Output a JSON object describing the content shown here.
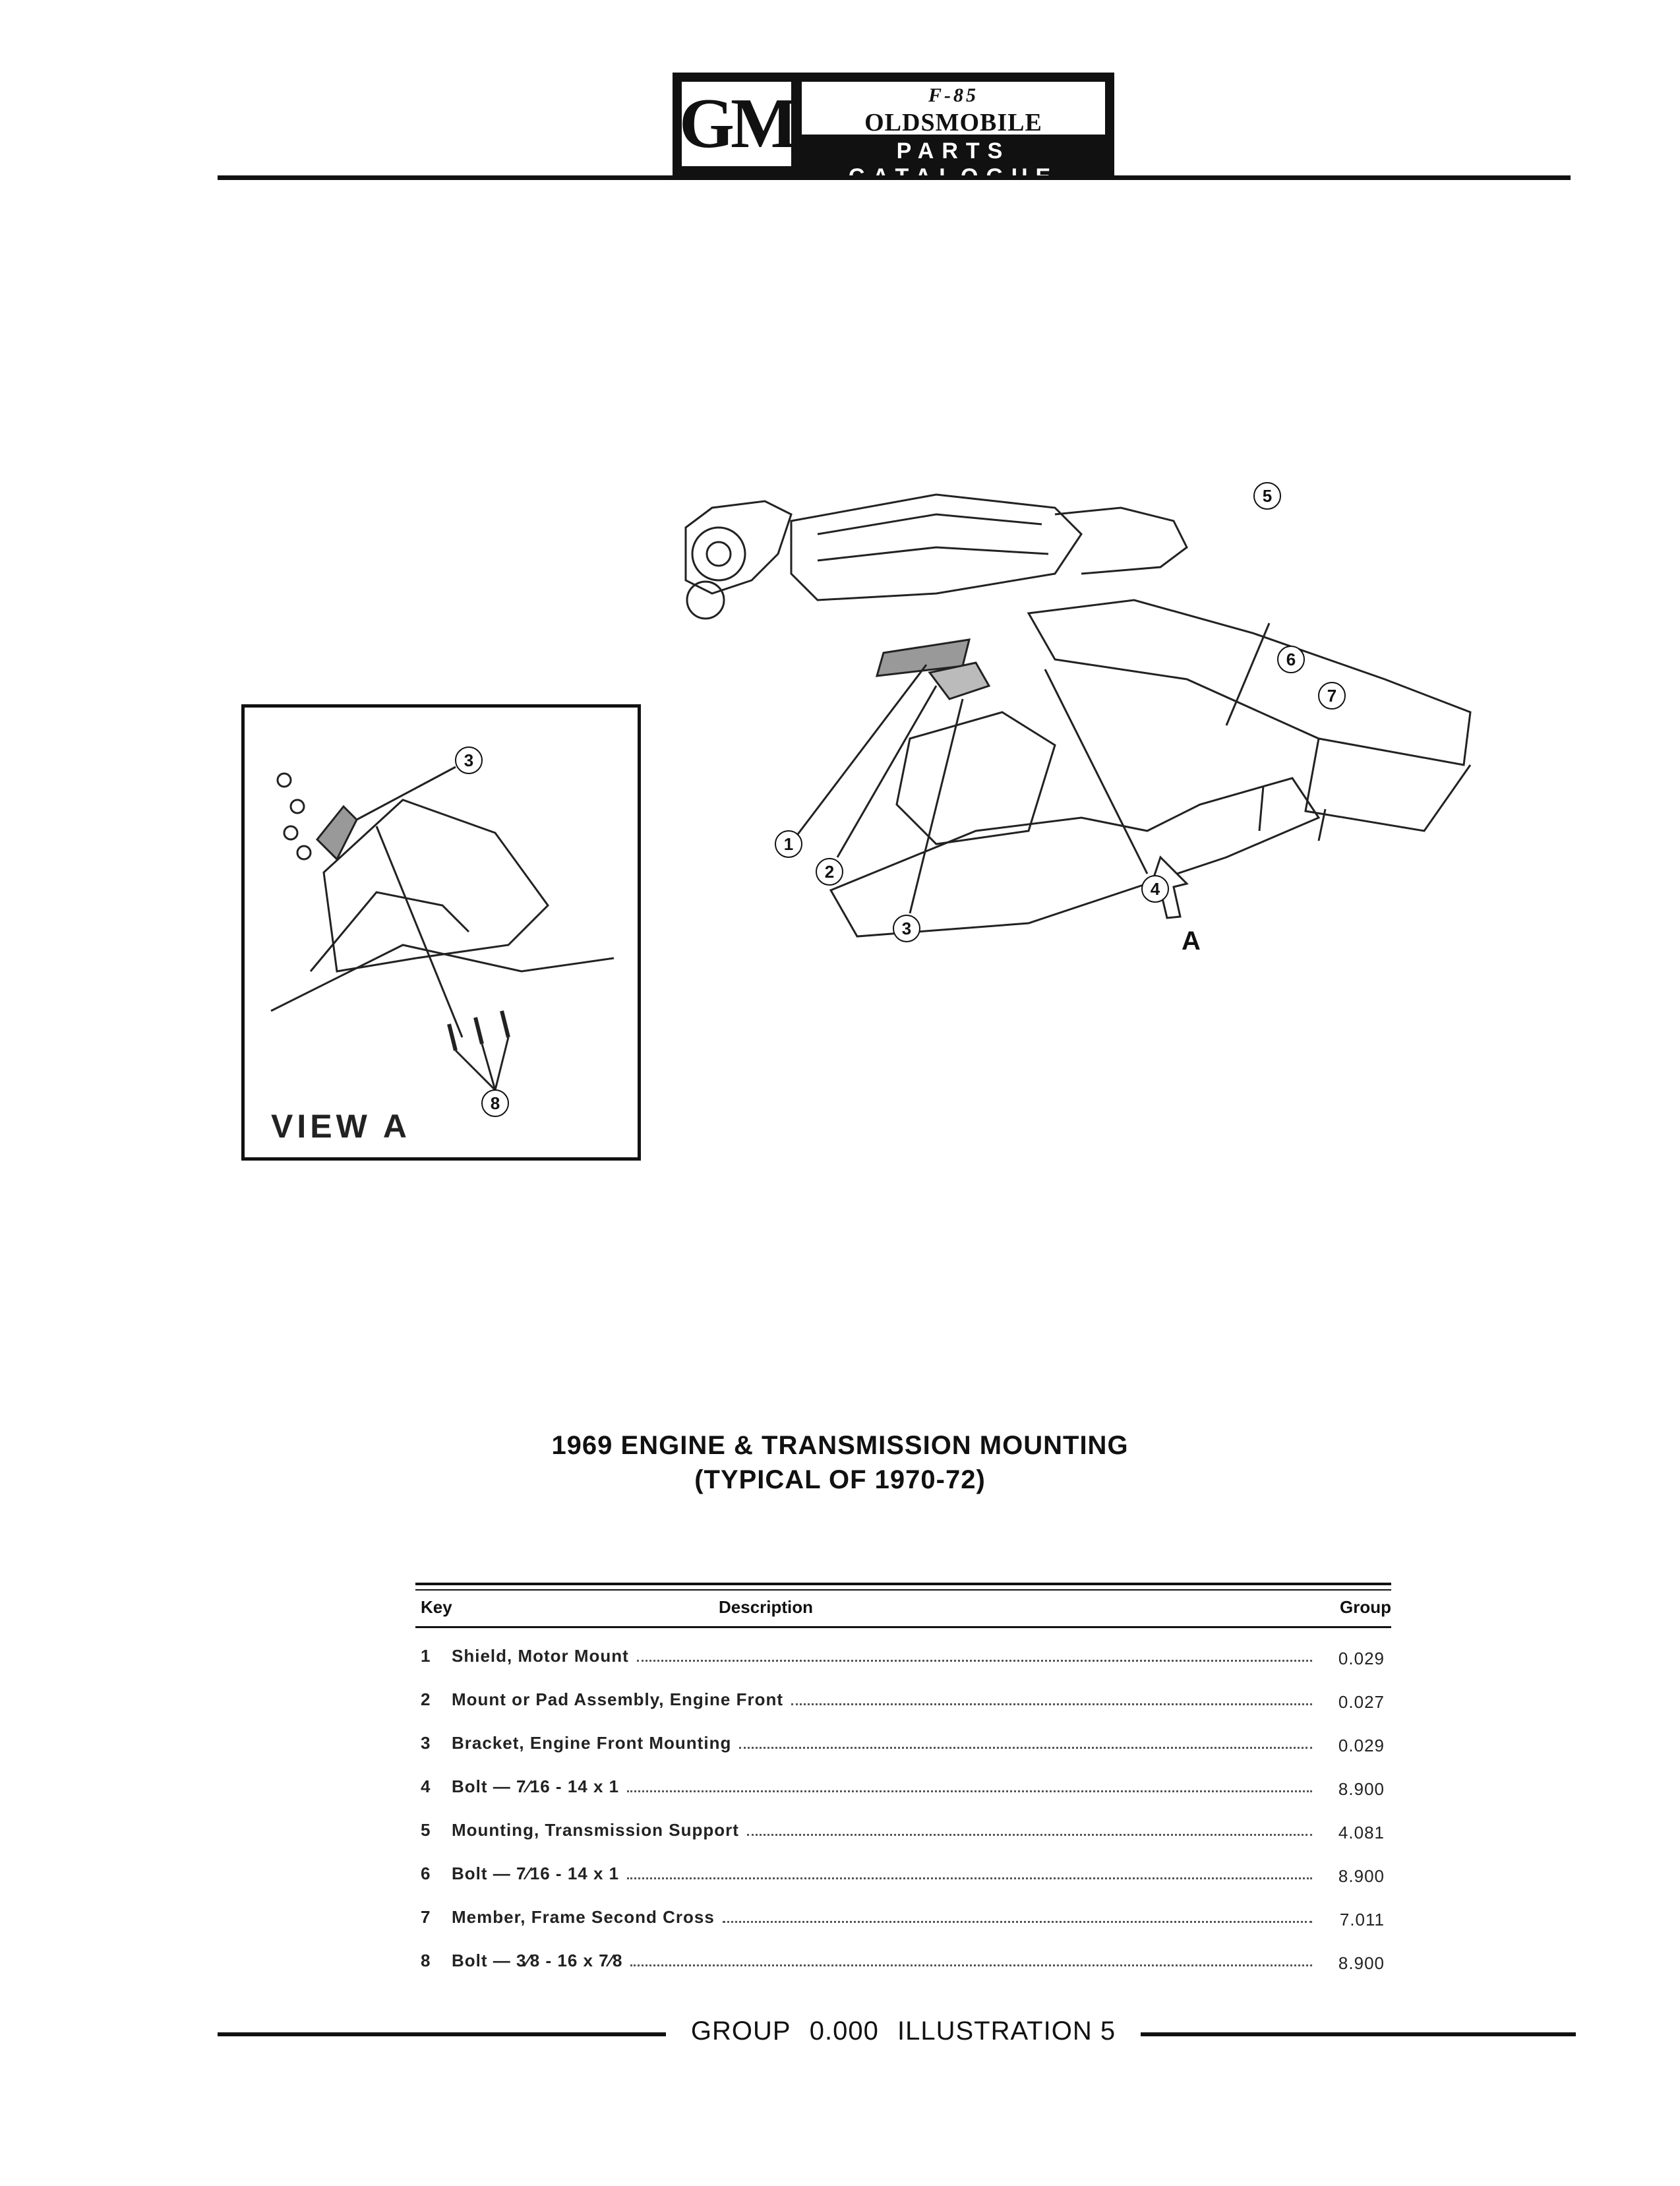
{
  "header": {
    "logo": "GM",
    "brand_mark": "F-85",
    "brand_name": "OLDSMOBILE",
    "catalogue": "PARTS CATALOGUE"
  },
  "illustration": {
    "callouts": [
      "1",
      "2",
      "3",
      "4",
      "5",
      "6",
      "7",
      "3"
    ],
    "arrow_label": "A",
    "view_a": {
      "label": "VIEW A",
      "callouts": [
        "3",
        "8"
      ]
    }
  },
  "title": {
    "line1": "1969 ENGINE & TRANSMISSION MOUNTING",
    "line2": "(TYPICAL OF 1970-72)"
  },
  "table": {
    "headers": {
      "key": "Key",
      "description": "Description",
      "group": "Group"
    },
    "rows": [
      {
        "key": "1",
        "description": "Shield, Motor Mount",
        "group": "0.029"
      },
      {
        "key": "2",
        "description": "Mount or Pad Assembly, Engine Front",
        "group": "0.027"
      },
      {
        "key": "3",
        "description": "Bracket, Engine Front Mounting",
        "group": "0.029"
      },
      {
        "key": "4",
        "description": "Bolt — 7⁄16 - 14 x 1",
        "group": "8.900"
      },
      {
        "key": "5",
        "description": "Mounting, Transmission Support",
        "group": "4.081"
      },
      {
        "key": "6",
        "description": "Bolt — 7⁄16 - 14 x 1",
        "group": "8.900"
      },
      {
        "key": "7",
        "description": "Member, Frame Second Cross",
        "group": "7.011"
      },
      {
        "key": "8",
        "description": "Bolt — 3⁄8 - 16 x 7⁄8",
        "group": "8.900"
      }
    ]
  },
  "footer": {
    "group_label": "GROUP",
    "group_number": "0.000",
    "illustration_label": "ILLUSTRATION 5"
  }
}
